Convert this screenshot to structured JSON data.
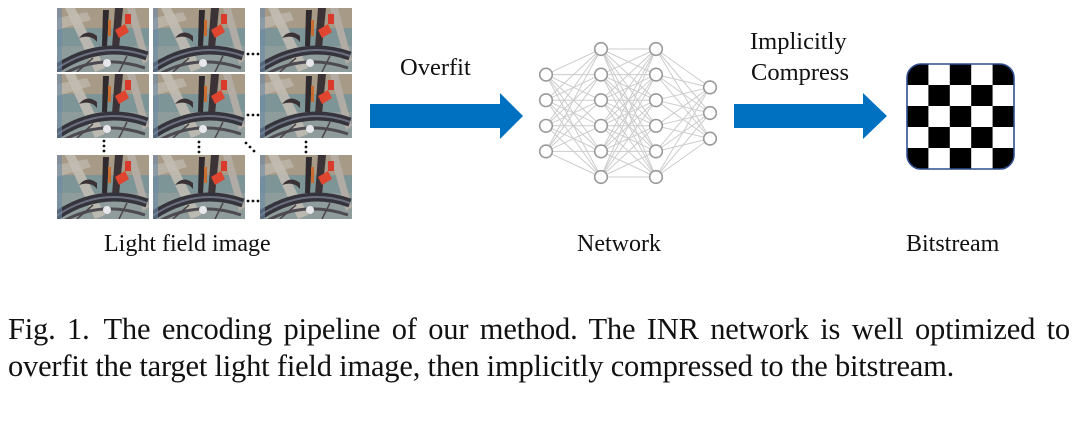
{
  "figure": {
    "light_field": {
      "label": "Light field image",
      "grid_rows_shown": 3,
      "grid_cols_shown": 3,
      "ellipsis": "…",
      "thumbnail_subject": "bicycle wheel and brake close-up"
    },
    "arrow_overfit": {
      "label": "Overfit",
      "color": "#0070C0"
    },
    "network": {
      "label": "Network",
      "layers": [
        4,
        6,
        6,
        3
      ],
      "node_stroke": "#999999",
      "edge_color": "#cccccc"
    },
    "arrow_compress": {
      "label_line1": "Implicitly",
      "label_line2": "Compress",
      "color": "#0070C0"
    },
    "bitstream": {
      "label": "Bitstream",
      "grid": 5,
      "first_cell": "black",
      "border_color": "#2f4f8f"
    }
  },
  "caption": {
    "fig_number": "Fig. 1.",
    "text": "The encoding pipeline of our method. The INR network is well optimized to overfit the target light field image, then implicitly compressed to the bitstream."
  }
}
